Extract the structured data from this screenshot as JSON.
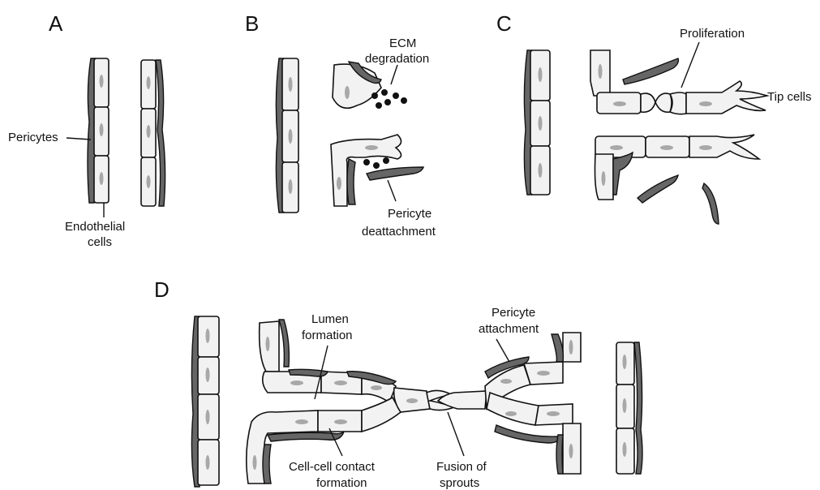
{
  "panels": {
    "a": {
      "letter": "A",
      "pericytes_label": "Pericytes",
      "endothelial_label": [
        "Endothelial",
        "cells"
      ]
    },
    "b": {
      "letter": "B",
      "ecm_label": [
        "ECM",
        "degradation"
      ],
      "pericyte_label": [
        "Pericyte",
        "deattachment"
      ]
    },
    "c": {
      "letter": "C",
      "proliferation_label": "Proliferation",
      "tip_label": "Tip cells"
    },
    "d": {
      "letter": "D",
      "lumen_label": [
        "Lumen",
        "formation"
      ],
      "attachment_label": [
        "Pericyte",
        "attachment"
      ],
      "contact_label": [
        "Cell-cell contact",
        "formation"
      ],
      "fusion_label": [
        "Fusion of",
        "sprouts"
      ]
    }
  },
  "colors": {
    "endothelial_fill": "#f2f2f2",
    "pericyte_fill": "#666666",
    "nucleus_fill": "#a8a8a8",
    "outline": "#111111"
  }
}
